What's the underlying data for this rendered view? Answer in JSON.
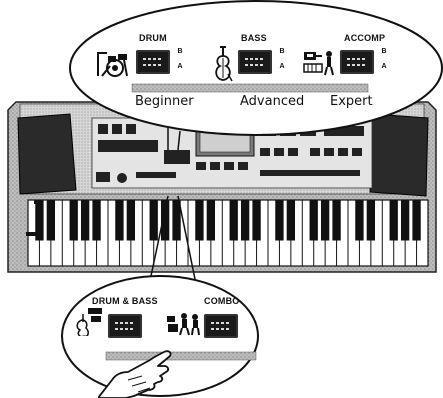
{
  "top_panel": {
    "drum_label": "DRUM",
    "bass_label": "BASS",
    "accomp_label": "ACCOMP",
    "variation_b": "B",
    "variation_a": "A",
    "levels": [
      "Beginner",
      "Advanced",
      "Expert"
    ]
  },
  "bottom_panel": {
    "drum_bass_label": "DRUM & BASS",
    "combo_label": "COMBO"
  },
  "icons": {
    "drum": "drum-kit-icon",
    "bass": "double-bass-icon",
    "accomp": "accompaniment-icon",
    "drum_bass": "drum-bass-icon",
    "combo": "combo-band-icon",
    "hand": "pointing-hand-icon"
  }
}
